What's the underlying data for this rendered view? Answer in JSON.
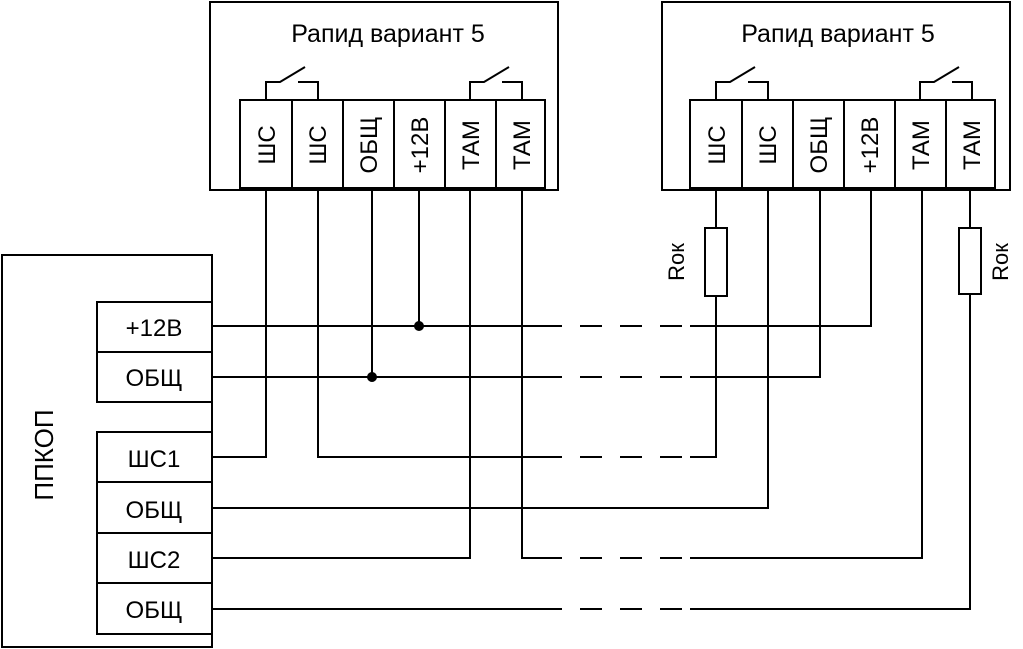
{
  "devices": [
    {
      "title": "Рапид  вариант 5",
      "terminals": [
        "ШС",
        "ШС",
        "ОБЩ",
        "+12В",
        "ТАМ",
        "ТАМ"
      ]
    },
    {
      "title": "Рапид  вариант 5",
      "terminals": [
        "ШС",
        "ШС",
        "ОБЩ",
        "+12В",
        "ТАМ",
        "ТАМ"
      ]
    }
  ],
  "panel": {
    "label": "ППКОП",
    "power_terminals": [
      "+12В",
      "ОБЩ"
    ],
    "loop_terminals": [
      "ШС1",
      "ОБЩ",
      "ШС2",
      "ОБЩ"
    ]
  },
  "resistors": [
    {
      "label": "Rок"
    },
    {
      "label": "Rок"
    }
  ]
}
